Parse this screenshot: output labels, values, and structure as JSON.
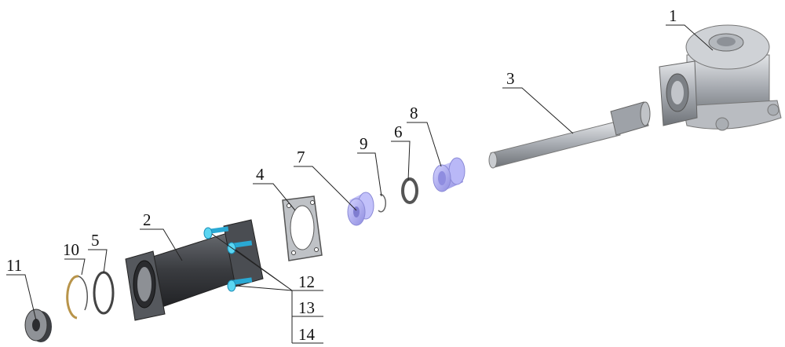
{
  "callouts": {
    "c1": "1",
    "c2": "2",
    "c3": "3",
    "c4": "4",
    "c5": "5",
    "c6": "6",
    "c7": "7",
    "c8": "8",
    "c9": "9",
    "c10": "10",
    "c11": "11",
    "c12": "12",
    "c13": "13",
    "c14": "14"
  },
  "colors": {
    "metal": "#a9adb3",
    "dark": "#4a4d52",
    "bushing": "#a9a8f0",
    "bolt": "#38c6e8",
    "ring": "#b8944a"
  }
}
